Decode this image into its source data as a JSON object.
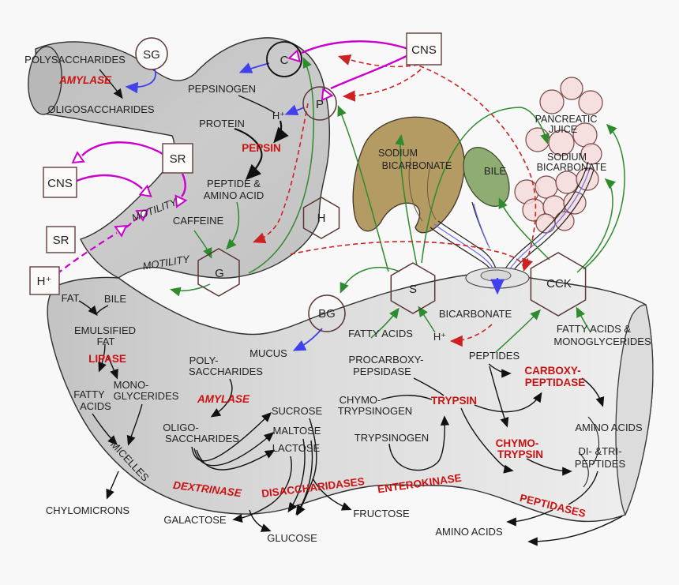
{
  "colors": {
    "background": "#f8f8f8",
    "stomach_gray": "#c7c7c7",
    "intestine_light": "#ececec",
    "liver_tan": "#b49a63",
    "bile_green": "#8fac72",
    "pancreas_pink": "#f6dbdb",
    "enzyme_red": "#cc1111",
    "nerve_magenta": "#cc00cc",
    "hormone_red": "#cc2222",
    "secretion_blue": "#4040ee",
    "stimulus_green": "#2e8b2e",
    "outline_brown": "#5a3535"
  },
  "nodes": {
    "cns": "CNS",
    "sr": "SR",
    "sg": "SG",
    "c": "C",
    "p": "P",
    "bg": "BG",
    "h": "H",
    "g": "G",
    "s": "S",
    "cck": "CCK"
  },
  "organs": {
    "pancreatic_1": "PANCREATIC",
    "pancreatic_2": "JUICE",
    "sodium": "SODIUM",
    "bicarbonate": "BICARBONATE",
    "bile": "BILE"
  },
  "enzymes": {
    "amylase": "AMYLASE",
    "pepsin": "PEPSIN",
    "lipase": "LIPASE",
    "dextrinase": "DEXTRINASE",
    "disaccharidases": "DISACCHARIDASES",
    "enterokinase": "ENTEROKINASE",
    "trypsin": "TRYPSIN",
    "carboxy": "CARBOXY-",
    "peptidase": "PEPTIDASE",
    "chymo": "CHYMO-",
    "peptidases": "PEPTIDASES"
  },
  "labels": {
    "polysaccharides": "POLYSACCHARIDES",
    "oligosaccharides": "OLIGOSACCHARIDES",
    "pepsinogen": "PEPSINOGEN",
    "protein": "PROTEIN",
    "h_plus": "H⁺",
    "peptide_amp": "PEPTIDE &",
    "amino_acid": "AMINO ACID",
    "caffeine": "CAFFEINE",
    "motility": "MOTILITY",
    "fat": "FAT",
    "emulsified": "EMULSIFIED",
    "fatty": "FATTY",
    "acids": "ACIDS",
    "mono": "MONO-",
    "glycerides": "GLYCERIDES",
    "micelles": "MICELLES",
    "chylomicrons": "CHYLOMICRONS",
    "poly": "POLY-",
    "saccharides": "SACCHARIDES",
    "oligo": "OLIGO-",
    "sucrose": "SUCROSE",
    "maltose": "MALTOSE",
    "lactose": "LACTOSE",
    "galactose": "GALACTOSE",
    "glucose": "GLUCOSE",
    "fructose": "FRUCTOSE",
    "mucus": "MUCUS",
    "fatty_acids": "FATTY ACIDS",
    "bicarbonate": "BICARBONATE",
    "peptides": "PEPTIDES",
    "procarboxy": "PROCARBOXY-",
    "pepsidase": "PEPSIDASE",
    "trypsinogen": "TRYPSINOGEN",
    "amino_acids": "AMINO ACIDS",
    "di_tri": "DI- &TRI-",
    "fatty_acids_amp": "FATTY ACIDS  &",
    "monoglycerides": "MONOGLYCERIDES"
  }
}
